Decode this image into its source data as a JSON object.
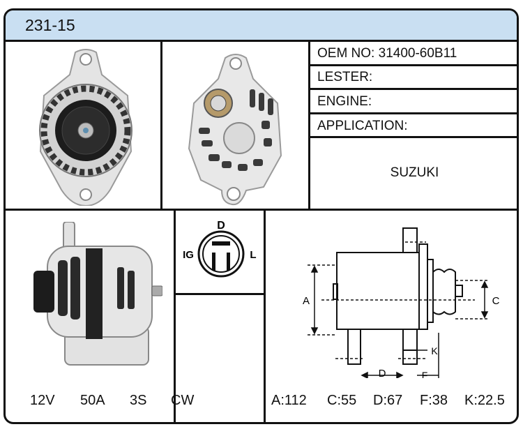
{
  "header": {
    "part_number": "231-15"
  },
  "info": {
    "oem_label": "OEM NO:",
    "oem_value": "31400-60B11",
    "lester_label": "LESTER:",
    "lester_value": "",
    "engine_label": "ENGINE:",
    "engine_value": "",
    "application_label": "APPLICATION:",
    "application_value": "SUZUKI"
  },
  "specs": {
    "voltage": "12V",
    "amperage": "50A",
    "groove": "3S",
    "rotation": "CW"
  },
  "connector": {
    "top": "D",
    "left": "IG",
    "right": "L"
  },
  "dimensions": {
    "diagram_labels": {
      "a": "A",
      "c": "C",
      "d": "D",
      "f": "F",
      "k": "K"
    },
    "values": {
      "a": "A:112",
      "c": "C:55",
      "d": "D:67",
      "f": "F:38",
      "k": "K:22.5"
    }
  }
}
